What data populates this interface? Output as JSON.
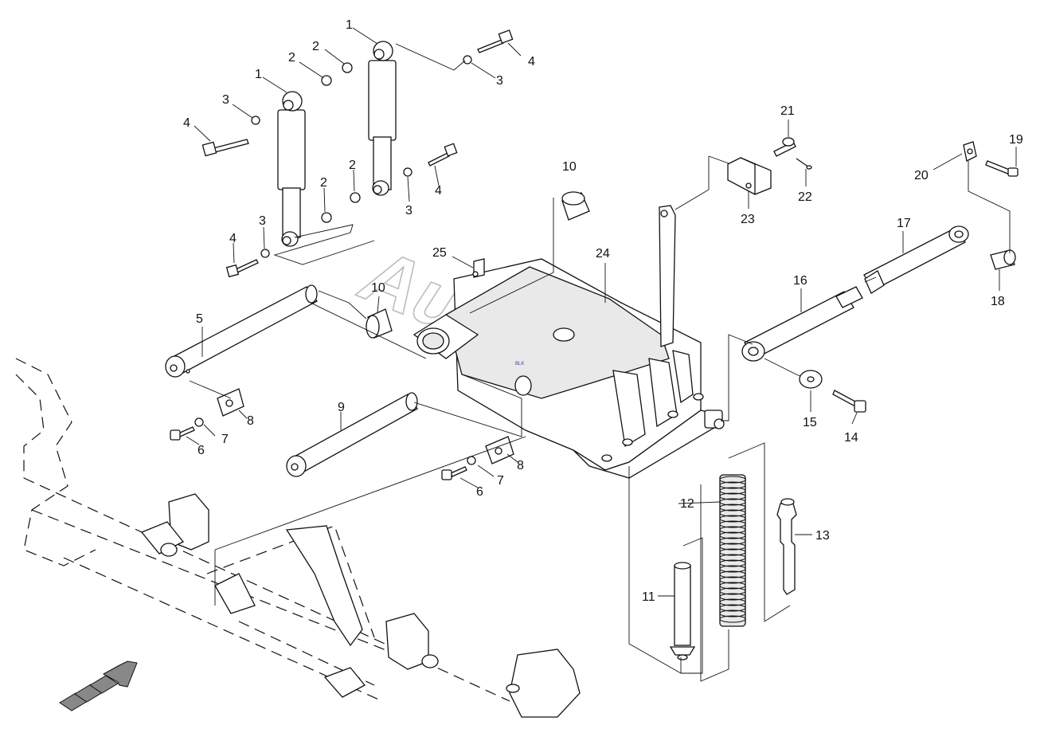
{
  "diagram": {
    "watermark": "AutoSoft",
    "stamp": "BLK",
    "direction_arrow_icon": "forward-arrow-icon",
    "callouts": {
      "c1a": "1",
      "c1b": "1",
      "c2a": "2",
      "c2b": "2",
      "c2c": "2",
      "c2d": "2",
      "c3a": "3",
      "c3b": "3",
      "c3c": "3",
      "c3d": "3",
      "c4a": "4",
      "c4b": "4",
      "c4c": "4",
      "c4d": "4",
      "c5": "5",
      "c6a": "6",
      "c6b": "6",
      "c7a": "7",
      "c7b": "7",
      "c8a": "8",
      "c8b": "8",
      "c9": "9",
      "c10a": "10",
      "c10b": "10",
      "c11": "11",
      "c12": "12",
      "c13": "13",
      "c14": "14",
      "c15": "15",
      "c16": "16",
      "c17": "17",
      "c18": "18",
      "c19": "19",
      "c20": "20",
      "c21": "21",
      "c22": "22",
      "c23": "23",
      "c24": "24",
      "c25": "25"
    }
  }
}
